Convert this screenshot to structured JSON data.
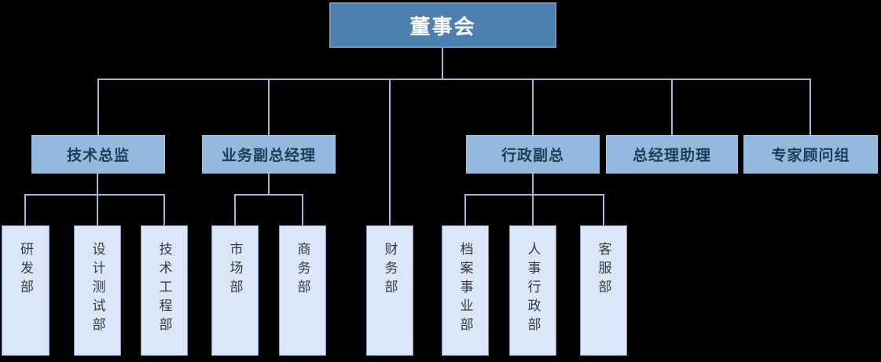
{
  "org_chart": {
    "root": {
      "label": "董事会"
    },
    "managers": [
      {
        "label": "技术总监",
        "departments": [
          {
            "label": "研发部"
          },
          {
            "label": "设计测试部"
          },
          {
            "label": "技术工程部"
          }
        ]
      },
      {
        "label": "业务副总经理",
        "departments": [
          {
            "label": "市场部"
          },
          {
            "label": "商务部"
          }
        ]
      },
      {
        "label": "行政副总",
        "departments": [
          {
            "label": "档案事业部"
          },
          {
            "label": "人事行政部"
          },
          {
            "label": "客服部"
          }
        ]
      },
      {
        "label": "总经理助理",
        "departments": []
      },
      {
        "label": "专家顾问组",
        "departments": []
      }
    ],
    "direct_departments": [
      {
        "label": "财务部"
      }
    ]
  },
  "colors": {
    "background": "#000000",
    "root_fill": "#4E80AD",
    "root_text": "#FFFFFF",
    "manager_fill": "#94B9DF",
    "manager_text": "#1E3C55",
    "department_fill": "#D9E7F8",
    "department_border": "#7E9EC2",
    "connector": "#9BB9D8"
  }
}
